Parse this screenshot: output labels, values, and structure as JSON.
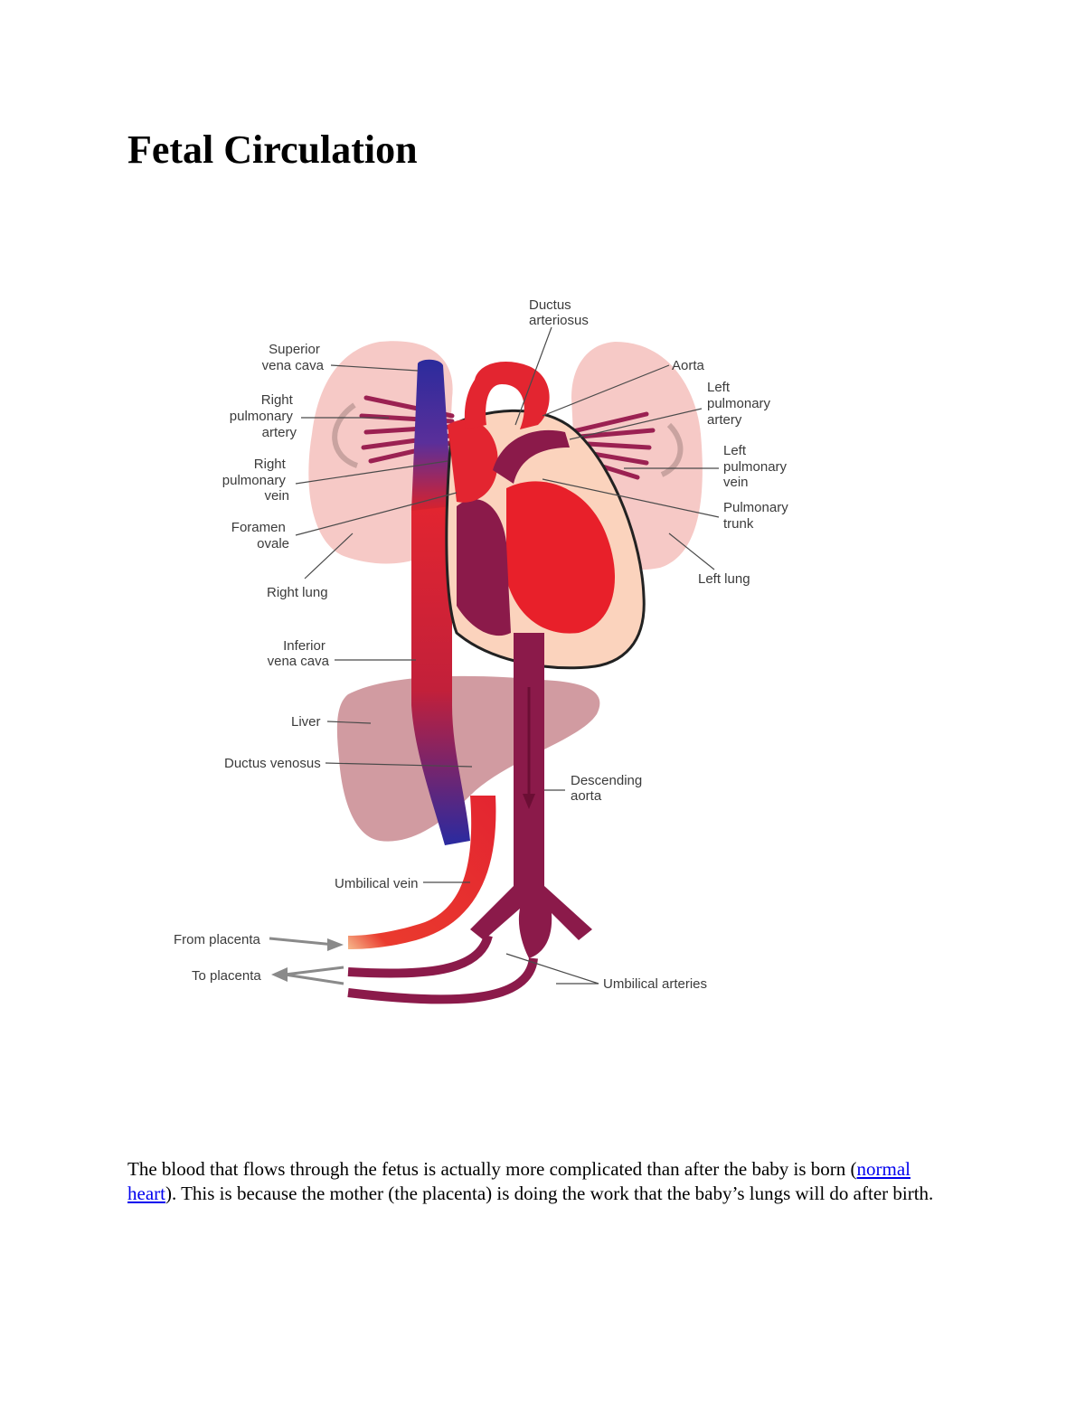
{
  "document": {
    "title": "Fetal Circulation",
    "paragraph": {
      "before_link": "The blood that flows through the fetus is actually more complicated than after the baby is born (",
      "link_text": "normal heart",
      "after_link": "). This is because the mother (the placenta) is doing the work that the baby’s lungs will do after birth."
    }
  },
  "diagram": {
    "labels": {
      "ductus_arteriosus": [
        "Ductus",
        "arteriosus"
      ],
      "superior_vena_cava": [
        "Superior",
        "vena cava"
      ],
      "aorta": "Aorta",
      "right_pulmonary_artery": [
        "Right",
        "pulmonary",
        "artery"
      ],
      "left_pulmonary_artery": [
        "Left",
        "pulmonary",
        "artery"
      ],
      "right_pulmonary_vein": [
        "Right",
        "pulmonary",
        "vein"
      ],
      "left_pulmonary_vein": [
        "Left",
        "pulmonary",
        "vein"
      ],
      "foramen_ovale": [
        "Foramen",
        "ovale"
      ],
      "pulmonary_trunk": [
        "Pulmonary",
        "trunk"
      ],
      "right_lung": "Right lung",
      "left_lung": "Left lung",
      "inferior_vena_cava": [
        "Inferior",
        "vena cava"
      ],
      "liver": "Liver",
      "ductus_venosus": "Ductus venosus",
      "descending_aorta": [
        "Descending",
        "aorta"
      ],
      "umbilical_vein": "Umbilical vein",
      "from_placenta": "From placenta",
      "to_placenta": "To placenta",
      "umbilical_arteries": "Umbilical arteries"
    },
    "colors": {
      "oxygenated": "#e8202a",
      "deoxygenated": "#2a2a9a",
      "mixed": "#8b1a4a",
      "lung": "#f6c9c6",
      "liver": "#c98a90",
      "heart_wall": "#fbd3bd"
    }
  }
}
